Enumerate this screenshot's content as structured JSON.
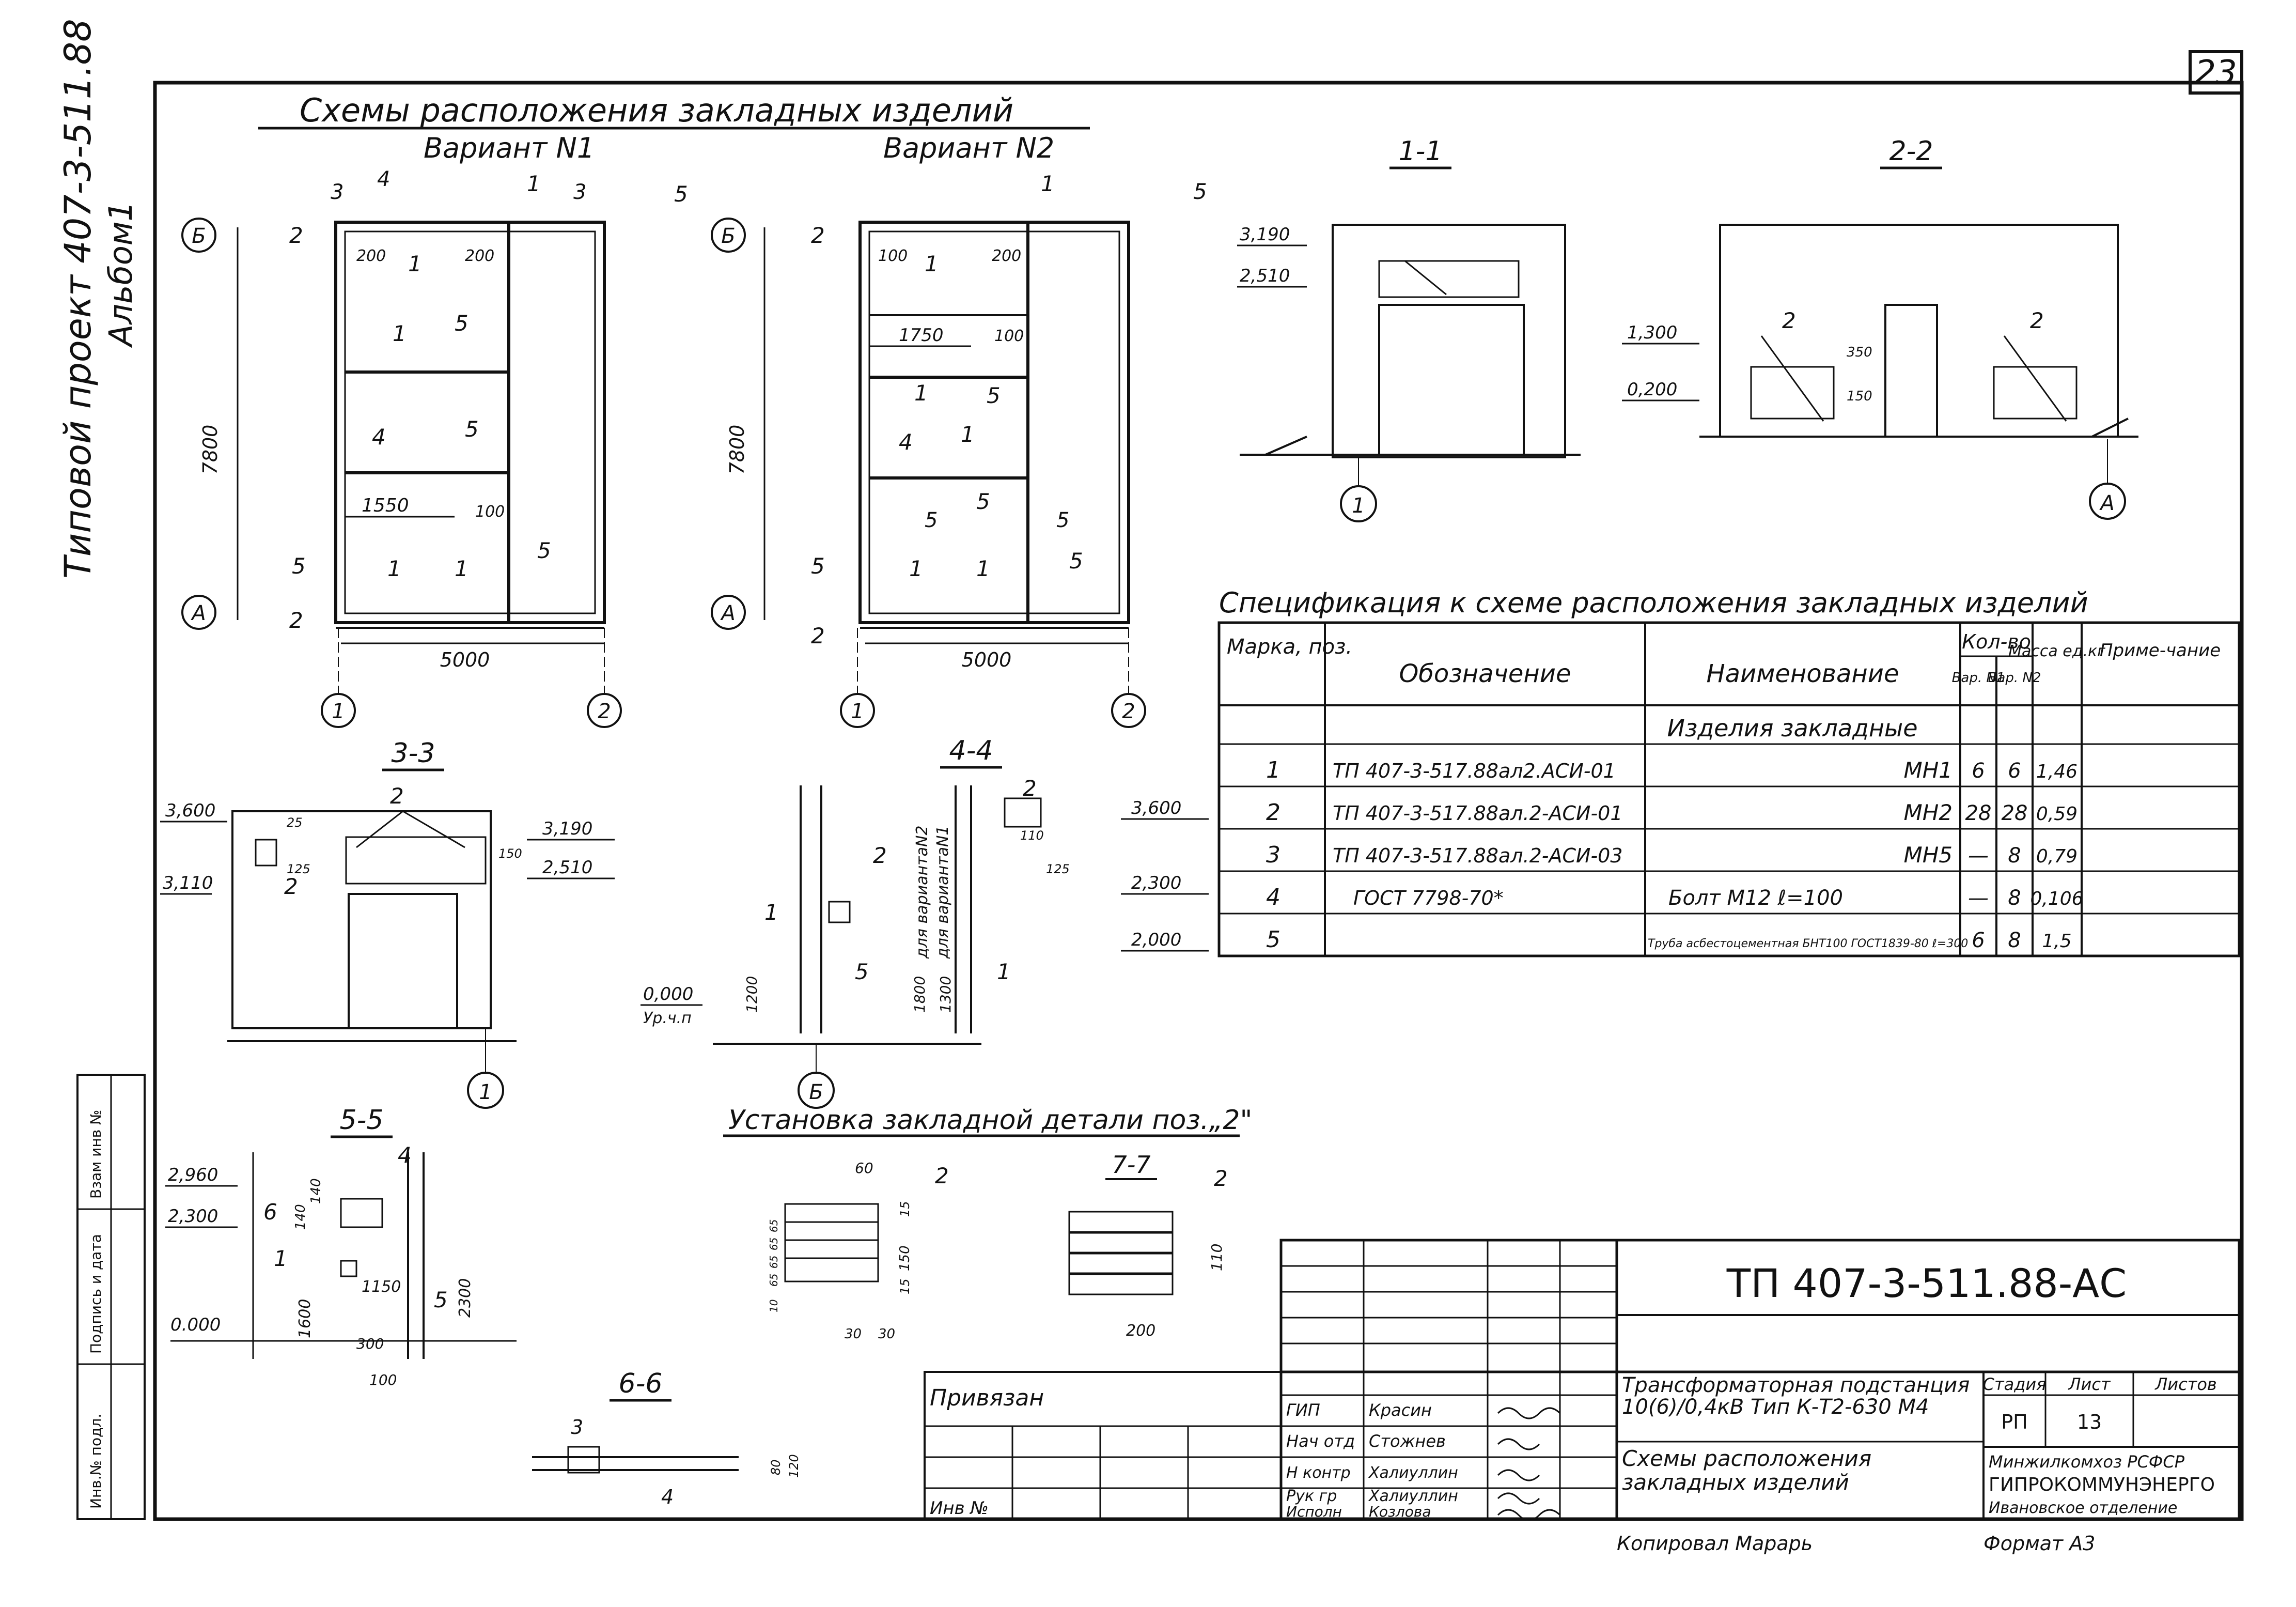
{
  "sheet": {
    "page_no": "23",
    "side_title_1": "Типовой  проект 407-3-511.88",
    "side_title_2": "Альбом1",
    "side_fields": [
      "Инв.№ подл.",
      "Подпись и дата",
      "Взам инв №"
    ]
  },
  "schemes": {
    "title": "Схемы расположения закладных изделий",
    "variant1": "Вариант N1",
    "variant2": "Вариант N2",
    "dims": {
      "v1_width": "5000",
      "v1_height": "7800",
      "v1_room": "1550",
      "v2_width": "5000",
      "v2_height": "7800",
      "v2_room": "1750",
      "d100": "100",
      "d200": "200"
    },
    "axes": {
      "a": "А",
      "b": "Б",
      "n1": "1",
      "n2": "2"
    },
    "marks": [
      "1",
      "2",
      "3",
      "4",
      "5",
      "6"
    ]
  },
  "sections": {
    "s11": {
      "title": "1-1",
      "levels": [
        "3,190",
        "2,510"
      ],
      "axis": "1"
    },
    "s22": {
      "title": "2-2",
      "levels": [
        "1,300",
        "0,200"
      ],
      "dims": [
        "350",
        "150"
      ],
      "axis": "А"
    },
    "s33": {
      "title": "3-3",
      "levels": [
        "3,600",
        "3,110",
        "3,190",
        "2,510"
      ],
      "dims": [
        "25",
        "125",
        "150"
      ],
      "axis": "1"
    },
    "s44": {
      "title": "4-4",
      "levels": [
        "3,600",
        "2,300",
        "2,000",
        "0,000",
        "Ур.ч.п"
      ],
      "dims": [
        "110",
        "125",
        "1200",
        "1300",
        "1800"
      ],
      "notes": [
        "для вариантаN2",
        "для вариантаN1"
      ],
      "axis": "Б"
    },
    "s55": {
      "title": "5-5",
      "levels": [
        "2,960",
        "2,300",
        "0.000"
      ],
      "dims": [
        "140",
        "140",
        "1150",
        "1600",
        "300",
        "100",
        "2300"
      ]
    },
    "s66": {
      "title": "6-6",
      "dims": [
        "80",
        "120"
      ]
    },
    "s77": {
      "title": "7-7",
      "dims": [
        "110",
        "200"
      ]
    },
    "install": {
      "title": "Установка закладной детали поз.„2\"",
      "dims": [
        "60",
        "150",
        "15",
        "15",
        "30",
        "30",
        "10",
        "65",
        "65",
        "65",
        "65"
      ]
    }
  },
  "spec": {
    "title": "Спецификация к схеме расположения закладных изделий",
    "headers": {
      "mark": "Марка, поз.",
      "designation": "Обозначение",
      "name": "Наименование",
      "qty": "Кол-во",
      "var1": "Вар. N1",
      "var2": "Вар. N2",
      "mass": "Масса ед.кг",
      "note": "Приме-чание"
    },
    "group": "Изделия закладные",
    "rows": [
      {
        "mark": "1",
        "designation": "ТП 407-3-517.88ал2.АСИ-01",
        "name": "МН1",
        "v1": "6",
        "v2": "6",
        "mass": "1,46"
      },
      {
        "mark": "2",
        "designation": "ТП 407-3-517.88ал.2-АСИ-01",
        "name": "МН2",
        "v1": "28",
        "v2": "28",
        "mass": "0,59"
      },
      {
        "mark": "3",
        "designation": "ТП 407-3-517.88ал.2-АСИ-03",
        "name": "МН5",
        "v1": "—",
        "v2": "8",
        "mass": "0,79"
      },
      {
        "mark": "4",
        "designation": "ГОСТ 7798-70*",
        "name": "Болт М12 ℓ=100",
        "v1": "—",
        "v2": "8",
        "mass": "0,106"
      },
      {
        "mark": "5",
        "designation": "",
        "name": "Труба асбестоцементная БНТ100 ГОСТ1839-80  ℓ=300",
        "v1": "6",
        "v2": "8",
        "mass": "1,5"
      }
    ]
  },
  "title_block": {
    "code": "ТП 407-3-511.88-АС",
    "attached": "Привязан",
    "inv": "Инв №",
    "roles": [
      "ГИП",
      "Нач отд",
      "Н контр",
      "Рук гр",
      "Исполн"
    ],
    "people": [
      "Красин",
      "Стожнев",
      "Халиуллин",
      "Халиуллин",
      "Козлова"
    ],
    "object": "Трансформаторная подстанция 10(6)/0,4кВ Тип К-Т2-630 М4",
    "sheet_name": "Схемы расположения закладных изделий",
    "stage_label": "Стадия",
    "sheet_label": "Лист",
    "sheets_label": "Листов",
    "stage": "РП",
    "sheet": "13",
    "org": [
      "Минжилкомхоз РСФСР",
      "ГИПРОКОММУНЭНЕРГО",
      "Ивановское отделение"
    ],
    "copied": "Копировал  Марарь",
    "format": "Формат А3"
  }
}
